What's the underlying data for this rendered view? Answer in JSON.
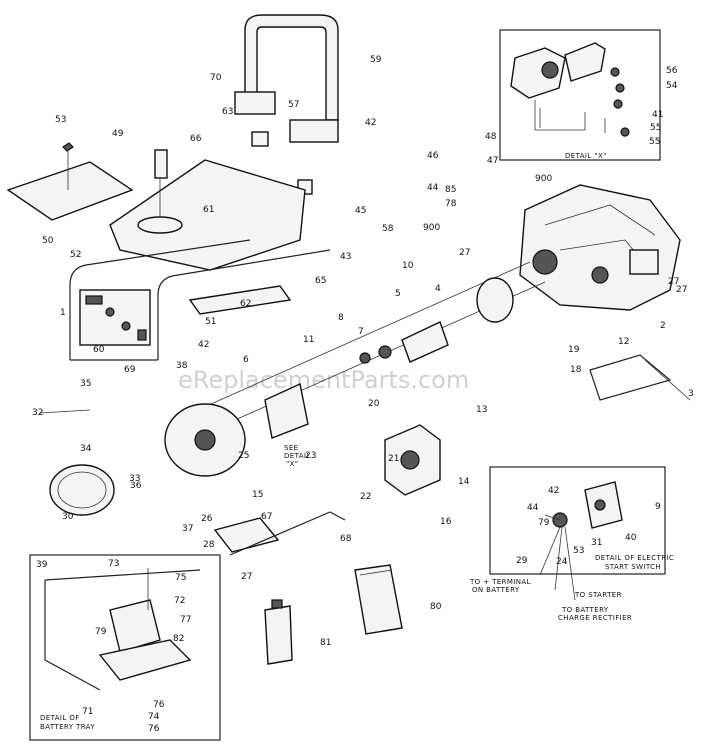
{
  "watermark": "eReplacementParts.com",
  "captions": {
    "detail_x": "DETAIL \"X\"",
    "see_detail_line1": "SEE",
    "see_detail_line2": "DETAIL",
    "see_detail_line3": "\"X\"",
    "battery_tray_line1": "DETAIL OF",
    "battery_tray_line2": "BATTERY TRAY",
    "electric_start_line1": "DETAIL OF ELECTRIC",
    "electric_start_line2": "START SWITCH",
    "to_terminal_line1": "TO + TERMINAL",
    "to_terminal_line2": "ON BATTERY",
    "to_starter": "TO STARTER",
    "to_battery_line1": "TO BATTERY",
    "to_battery_line2": "CHARGE RECTIFIER"
  },
  "callouts": [
    "59",
    "70",
    "57",
    "42",
    "63",
    "66",
    "49",
    "53",
    "61",
    "48",
    "46",
    "47",
    "44",
    "45",
    "900",
    "58",
    "50",
    "52",
    "62",
    "65",
    "43",
    "78",
    "85",
    "900",
    "27",
    "10",
    "5",
    "4",
    "27",
    "1",
    "60",
    "69",
    "42",
    "51",
    "11",
    "8",
    "7",
    "6",
    "2",
    "12",
    "19",
    "18",
    "3",
    "39",
    "35",
    "38",
    "32",
    "23",
    "20",
    "13",
    "21",
    "14",
    "22",
    "16",
    "34",
    "33",
    "25",
    "15",
    "67",
    "68",
    "27",
    "36",
    "30",
    "37",
    "26",
    "28",
    "27",
    "73",
    "75",
    "76",
    "72",
    "77",
    "79",
    "82",
    "74",
    "76",
    "71",
    "80",
    "81",
    "56",
    "54",
    "55",
    "41",
    "55",
    "42",
    "9",
    "44",
    "79",
    "31",
    "53",
    "29",
    "24",
    "40"
  ]
}
